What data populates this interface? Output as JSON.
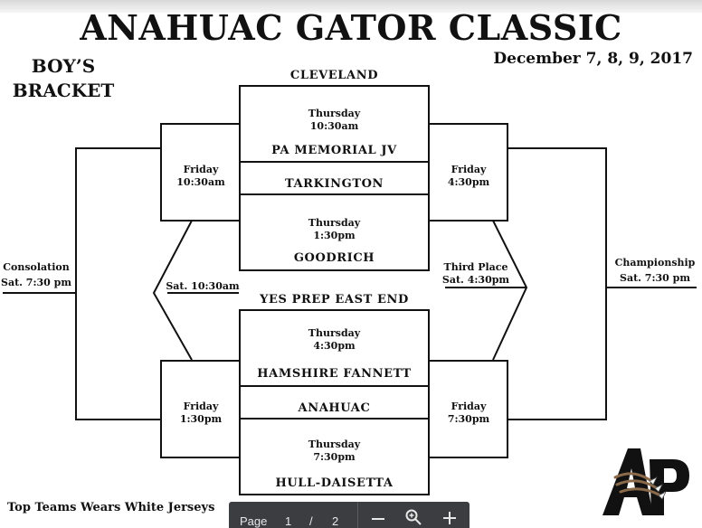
{
  "title": "ANAHUAC GATOR CLASSIC",
  "subtitle_line1": "BOY’S",
  "subtitle_line2": "BRACKET",
  "dates": "December 7, 8, 9, 2017",
  "games": {
    "g1": {
      "top": "CLEVELAND",
      "bottom": "PA MEMORIAL JV",
      "day": "Thursday",
      "time": "10:30am"
    },
    "g2": {
      "top": "TARKINGTON",
      "bottom": "GOODRICH",
      "day": "Thursday",
      "time": "1:30pm"
    },
    "g3": {
      "top": "YES PREP EAST END",
      "bottom": "HAMSHIRE FANNETT",
      "day": "Thursday",
      "time": "4:30pm"
    },
    "g4": {
      "top": "ANAHUAC",
      "bottom": "HULL-DAISETTA",
      "day": "Thursday",
      "time": "7:30pm"
    }
  },
  "left_rounds": {
    "top": {
      "day": "Friday",
      "time": "10:30am"
    },
    "bottom": {
      "day": "Friday",
      "time": "1:30pm"
    },
    "middle": "Sat. 10:30am"
  },
  "right_rounds": {
    "top": {
      "day": "Friday",
      "time": "4:30pm"
    },
    "bottom": {
      "day": "Friday",
      "time": "7:30pm"
    },
    "third_place": "Third Place",
    "third_place_time": "Sat. 4:30pm"
  },
  "consolation": {
    "label": "Consolation",
    "time": "Sat. 7:30 pm"
  },
  "championship": {
    "label": "Championship",
    "time": "Sat. 7:30 pm"
  },
  "footer": "Top Teams Wears White Jerseys",
  "pdf_toolbar": {
    "page_label": "Page",
    "current_page": "1",
    "separator": "/",
    "total_pages": "2",
    "zoom_out_icon": "minus-icon",
    "zoom_icon": "magnifier-icon",
    "zoom_in_icon": "plus-icon"
  },
  "logo_icon": "gator-claw-logo"
}
